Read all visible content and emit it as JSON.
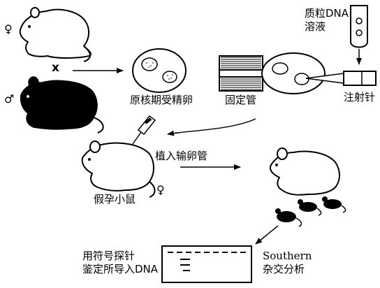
{
  "labels": {
    "female_top": "♀",
    "cross": "x",
    "male": "♂",
    "zygote": "原核期受精卵",
    "holding_pipette": "固定管",
    "plasmid_line1": "质粒DNA",
    "plasmid_line2": "溶液",
    "injection_needle": "注射针",
    "pseudopregnant": "假孕小鼠",
    "female_bottom": "♀",
    "oviduct_implant": "植入输卵管",
    "probe_line1": "用符号探针",
    "probe_line2": "鉴定所导入DNA",
    "southern_line1": "Southern",
    "southern_line2": "杂交分析"
  }
}
